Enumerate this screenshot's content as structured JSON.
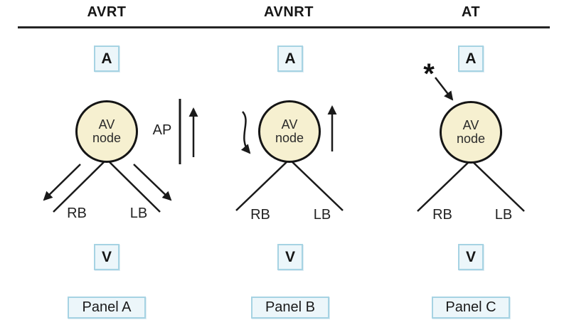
{
  "figure": {
    "background": "#ffffff",
    "colors": {
      "box_border": "#a6d3e3",
      "box_fill": "#ecf6fa",
      "node_fill": "#f6f0d0",
      "node_border": "#151515",
      "line": "#1a1a1a",
      "text": "#1a1a1a"
    }
  },
  "panels": [
    {
      "header": "AVRT",
      "atrium_label": "A",
      "node_line1": "AV",
      "node_line2": "node",
      "rb_label": "RB",
      "lb_label": "LB",
      "ap_label": "AP",
      "ventricle_label": "V",
      "caption": "Panel A"
    },
    {
      "header": "AVNRT",
      "atrium_label": "A",
      "node_line1": "AV",
      "node_line2": "node",
      "rb_label": "RB",
      "lb_label": "LB",
      "ventricle_label": "V",
      "caption": "Panel B"
    },
    {
      "header": "AT",
      "atrium_label": "A",
      "node_line1": "AV",
      "node_line2": "node",
      "rb_label": "RB",
      "lb_label": "LB",
      "ectopic_marker": "*",
      "ventricle_label": "V",
      "caption": "Panel C"
    }
  ]
}
